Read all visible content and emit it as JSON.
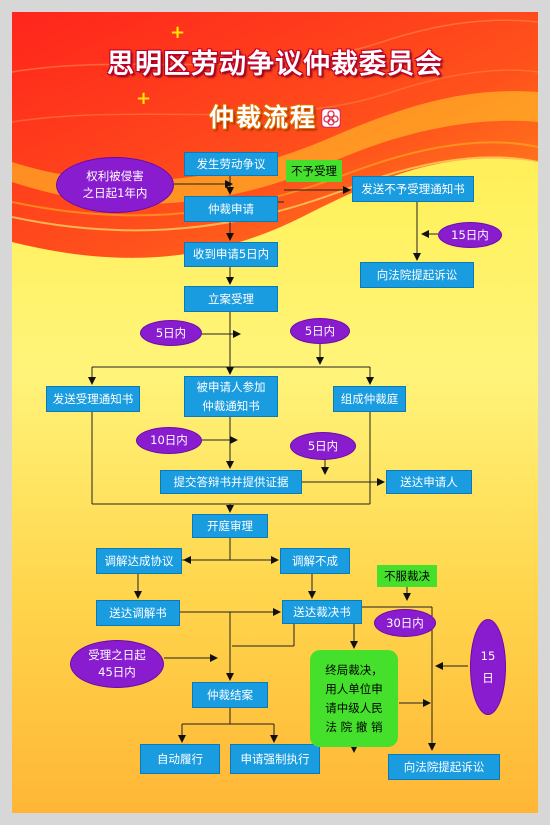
{
  "header": {
    "title": "思明区劳动争议仲裁委员会",
    "subtitle": "仲裁流程",
    "subtitle_icon": "flower-emblem-icon"
  },
  "colors": {
    "process_box": "#1a9ce0",
    "time_oval": "#8a1cd0",
    "condition_box": "#44e02c",
    "background_top": "#ff3a1a",
    "background_bottom": "#ffb636"
  },
  "flow": {
    "boxes": {
      "dispute": "发生劳动争议",
      "apply": "仲裁申请",
      "receive": "收到申请5日内",
      "accept": "立案受理",
      "send_notice": "发送受理通知书",
      "respondent_notice": [
        "被申请人参加",
        "仲裁通知书"
      ],
      "tribunal": "组成仲裁庭",
      "submit_defense": "提交答辩书并提供证据",
      "serve_applicant": "送达申请人",
      "hearing": "开庭审理",
      "mediation_ok": "调解达成协议",
      "mediation_fail": "调解不成",
      "serve_mediation": "送达调解书",
      "serve_award": "送达裁决书",
      "close_case": "仲裁结案",
      "voluntary": "自动履行",
      "enforce": "申请强制执行",
      "reject_notice": "发送不予受理通知书",
      "sue_court_top": "向法院提起诉讼",
      "sue_court_bottom": "向法院提起诉讼"
    },
    "conditions": {
      "not_accepted": "不予受理",
      "disagree_award": "不服裁决",
      "final_award": [
        "终局裁决，",
        "用人单位申",
        "请中级人民",
        "法 院 撤 销"
      ]
    },
    "ovals": {
      "one_year": [
        "权利被侵害",
        "之日起1年内"
      ],
      "days15_top": "15日内",
      "days5_left": "5日内",
      "days5_right": "5日内",
      "days10": "10日内",
      "days5_mid": "5日内",
      "days30": "30日内",
      "days45": [
        "受理之日起",
        "45日内"
      ],
      "days15_right": [
        "15",
        "日"
      ]
    }
  }
}
